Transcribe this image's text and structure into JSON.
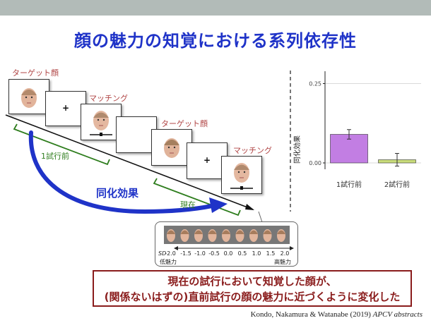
{
  "slide": {
    "title": "顔の魅力の知覚における系列依存性",
    "conclusion_line1": "現在の試行において知覚した顔が、",
    "conclusion_line2": "(関係ないはずの)直前試行の顔の魅力に近づくように変化した",
    "citation_authors": "Kondo, Nakamura & Watanabe (2019)",
    "citation_venue": "APCV abstracts"
  },
  "sequence": {
    "target_label_1": "ターゲット顔",
    "match_label_1": "マッチング",
    "target_label_2": "ターゲット顔",
    "match_label_2": "マッチング",
    "fixation": "+",
    "prev_trial_label": "1試行前",
    "current_label": "現在",
    "effect_label": "同化効果"
  },
  "morph_scale": {
    "sd_label": "SD",
    "ticks": [
      "-2.0",
      "-1.5",
      "-1.0",
      "-0.5",
      "0.0",
      "0.5",
      "1.0",
      "1.5",
      "2.0"
    ],
    "low_label": "低魅力",
    "high_label": "高魅力"
  },
  "chart_data": {
    "type": "bar",
    "categories": [
      "1試行前",
      "2試行前"
    ],
    "values": [
      0.09,
      0.01
    ],
    "errors": [
      0.015,
      0.02
    ],
    "ylabel": "同化効果",
    "ylim": [
      -0.02,
      0.28
    ],
    "yticks": [
      "0.00",
      "0.25"
    ],
    "ytick_values": [
      0.0,
      0.25
    ],
    "grid": true,
    "colors": [
      "#c27ee3",
      "#c9dc7a"
    ],
    "bar_stroke": "#333333"
  },
  "colors": {
    "title": "#1f33c8",
    "arrow": "#1f33c8",
    "bracket": "#2e7d1d",
    "conclusion": "#8a1c1c"
  }
}
